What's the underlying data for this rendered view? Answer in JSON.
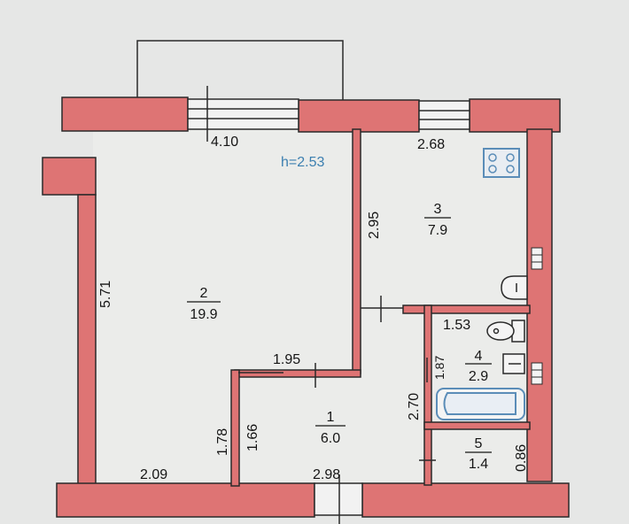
{
  "colors": {
    "wall": "#de7474",
    "wall_stroke": "#2a2a2a",
    "paper": "#e8e9e8",
    "floor": "#ebecea",
    "text": "#151515",
    "accent_text": "#3c7fb0",
    "fixture_blue": "#5b8db8"
  },
  "height_label": "h=2.53",
  "rooms": [
    {
      "number": "2",
      "area": "19.9"
    },
    {
      "number": "3",
      "area": "7.9"
    },
    {
      "number": "1",
      "area": "6.0"
    },
    {
      "number": "4",
      "area": "2.9"
    },
    {
      "number": "5",
      "area": "1.4"
    }
  ],
  "dimensions": {
    "top_left_width": "4.10",
    "top_right_width": "2.68",
    "left_height": "5.71",
    "kitchen_height": "2.95",
    "bath_width": "1.53",
    "bath_height": "1.87",
    "hall_step_width": "1.95",
    "hall_height": "2.70",
    "closet_height": "0.86",
    "bottom_left_width": "2.09",
    "bottom_center_width": "2.98",
    "lower_left_1": "1.78",
    "lower_left_2": "1.66"
  },
  "fixtures": {
    "stove": "stove",
    "kitchen_sink": "sink",
    "toilet": "toilet",
    "wash_basin": "wash-basin",
    "bathtub": "bathtub",
    "radiators": "radiator"
  }
}
